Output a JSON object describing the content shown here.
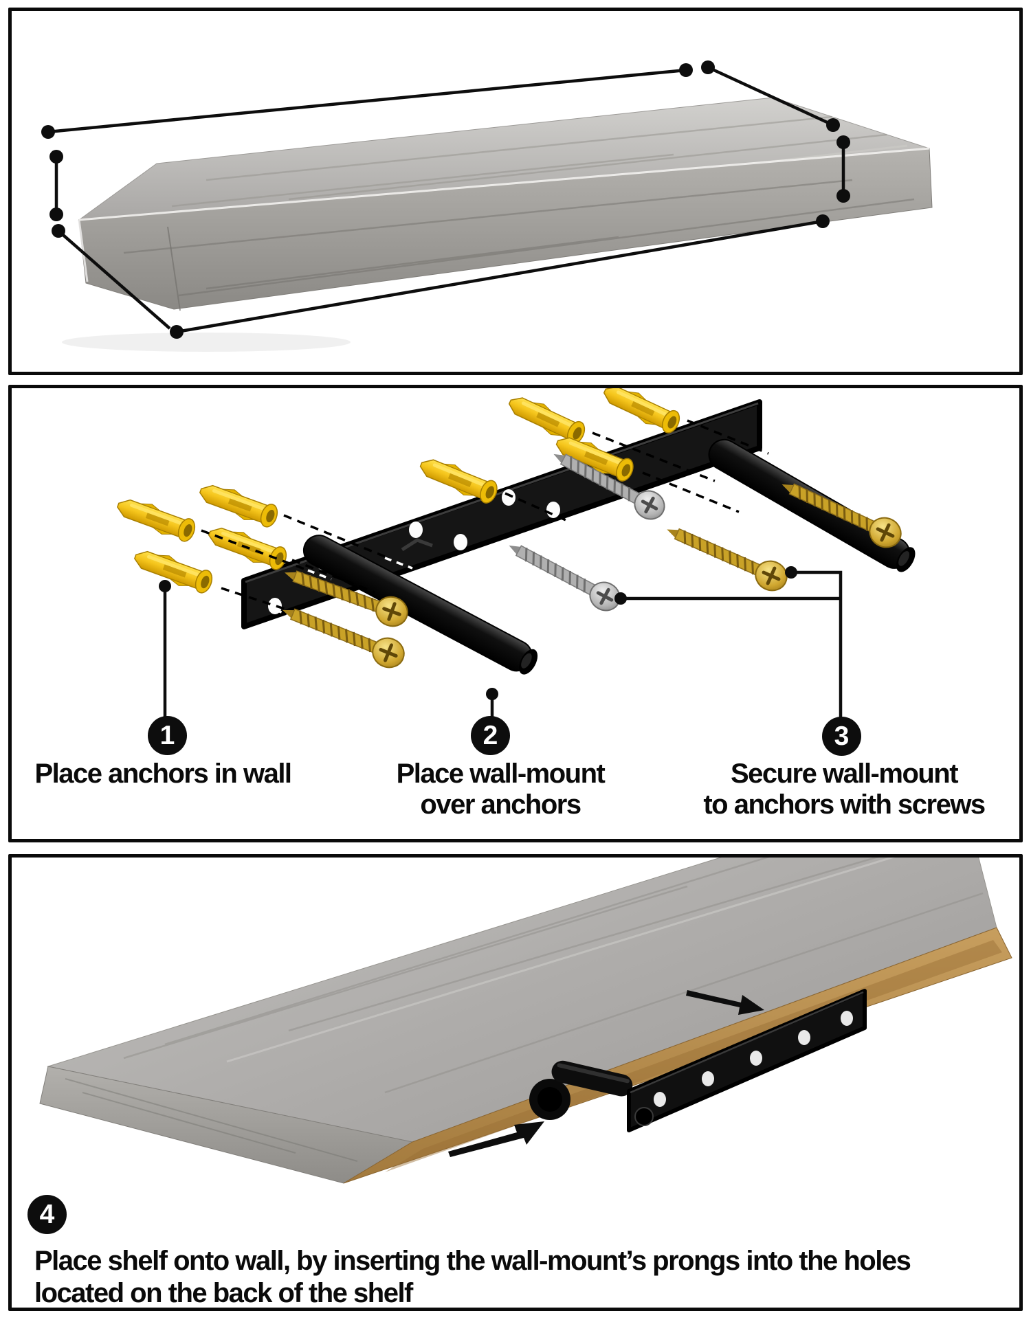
{
  "steps": [
    {
      "number": "1",
      "lines": [
        "Place anchors in wall",
        ""
      ]
    },
    {
      "number": "2",
      "lines": [
        "Place wall-mount",
        "over anchors"
      ]
    },
    {
      "number": "3",
      "lines": [
        "Secure wall-mount",
        "to anchors with screws"
      ]
    },
    {
      "number": "4",
      "lines": [
        "Place shelf onto wall, by inserting the wall-mount’s prongs into the holes",
        "located on the back of the shelf"
      ]
    }
  ],
  "colors": {
    "border_black": "#0a0a0a",
    "callout_black": "#0d0d0d",
    "anchor_yellow": "#f5c51c",
    "screw_gold": "#c9a227",
    "screw_silver": "#a9a9a9",
    "metal_black": "#141414",
    "shelf_gray": "#b5b3af",
    "mdf_tan": "#b98f50"
  }
}
